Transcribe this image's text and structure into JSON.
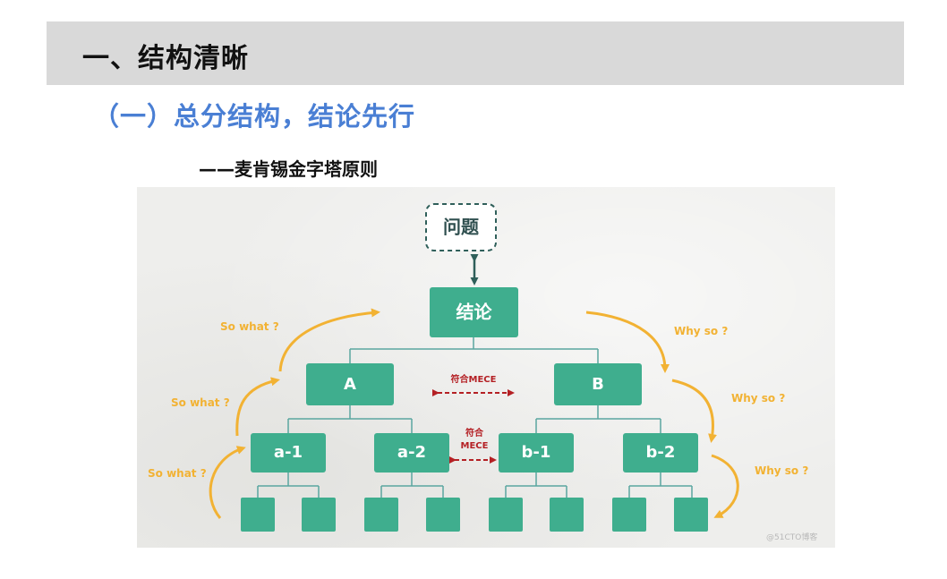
{
  "header": {
    "title": "一、结构清晰"
  },
  "subtitle": "（一）总分结构，结论先行",
  "section_title": "——麦肯锡金字塔原则",
  "diagram": {
    "question": "问题",
    "conclusion": "结论",
    "level2": [
      "A",
      "B"
    ],
    "level3": [
      "a-1",
      "a-2",
      "b-1",
      "b-2"
    ],
    "mece_top": "符合MECE",
    "mece_mid_line1": "符合",
    "mece_mid_line2": "MECE",
    "so_what": [
      "So what ?",
      "So what ?",
      "So what ?"
    ],
    "why_so": [
      "Why so ?",
      "Why so ?",
      "Why so ?"
    ],
    "watermark": "@51CTO博客"
  },
  "colors": {
    "node": "#3fae8e",
    "question_border": "#2f5f5a",
    "connector": "#5aa6a0",
    "curve_arrow": "#f2b233",
    "mece_arrow": "#b42024",
    "subtitle": "#4a7fd4",
    "header_band": "#d9d9d9"
  }
}
